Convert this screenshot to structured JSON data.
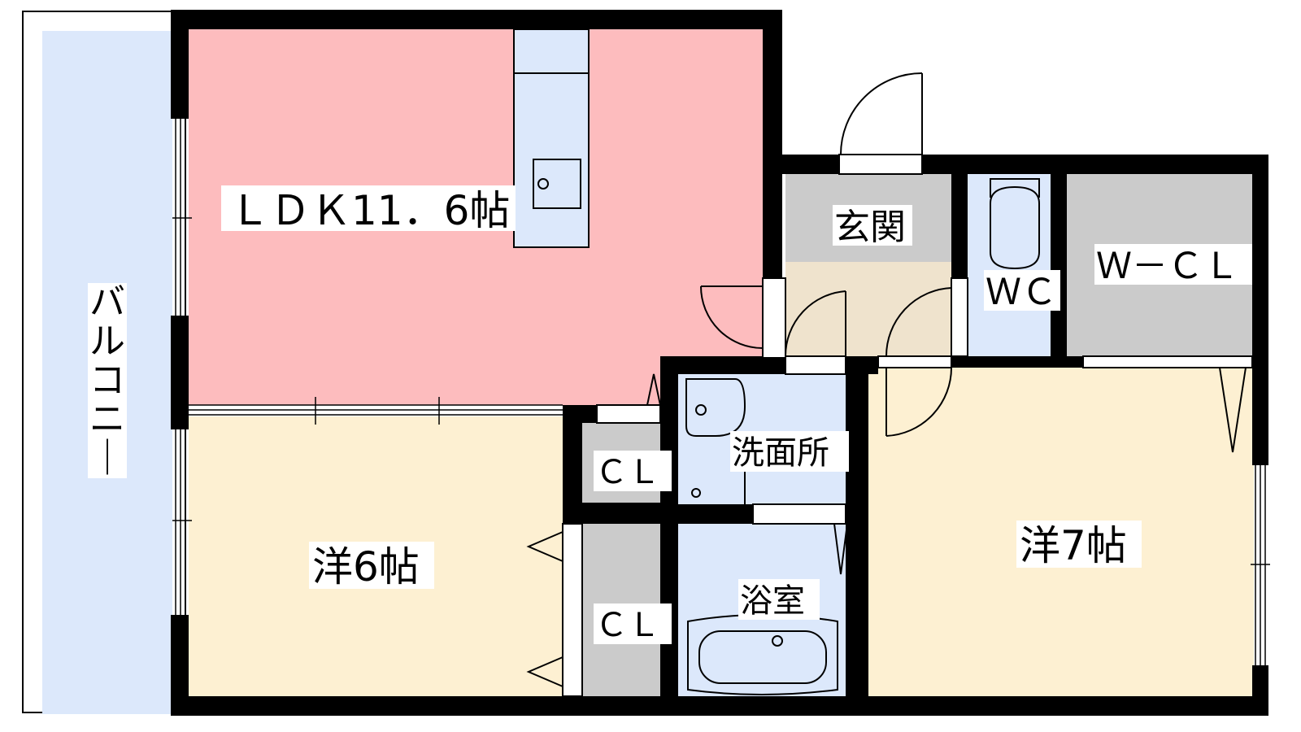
{
  "rooms": {
    "ldk": {
      "label": "ＬＤＫ11．6帖",
      "color": "#fdbcbe"
    },
    "western6": {
      "label": "洋6帖",
      "color": "#fdf0d2"
    },
    "western7": {
      "label": "洋7帖",
      "color": "#fdf0d2"
    },
    "balcony": {
      "label": "バルコニー",
      "color": "#dce8fb"
    },
    "entrance": {
      "label": "玄関",
      "color": "#cbcbcb"
    },
    "entrance_hall": {
      "color": "#efe3cd"
    },
    "wc": {
      "label": "ＷＣ",
      "color": "#dce8fb"
    },
    "wcl": {
      "label": "Ｗ－ＣＬ",
      "color": "#cbcbcb"
    },
    "closet_upper": {
      "label": "ＣＬ",
      "color": "#cbcbcb"
    },
    "closet_lower": {
      "label": "ＣＬ",
      "color": "#cbcbcb"
    },
    "washroom": {
      "label": "洗面所",
      "color": "#dce8fb"
    },
    "bathroom": {
      "label": "浴室",
      "color": "#dce8fb"
    },
    "kitchen_counter": {
      "color": "#dce8fb"
    }
  },
  "colors": {
    "wall": "#000000",
    "background": "#ffffff"
  }
}
